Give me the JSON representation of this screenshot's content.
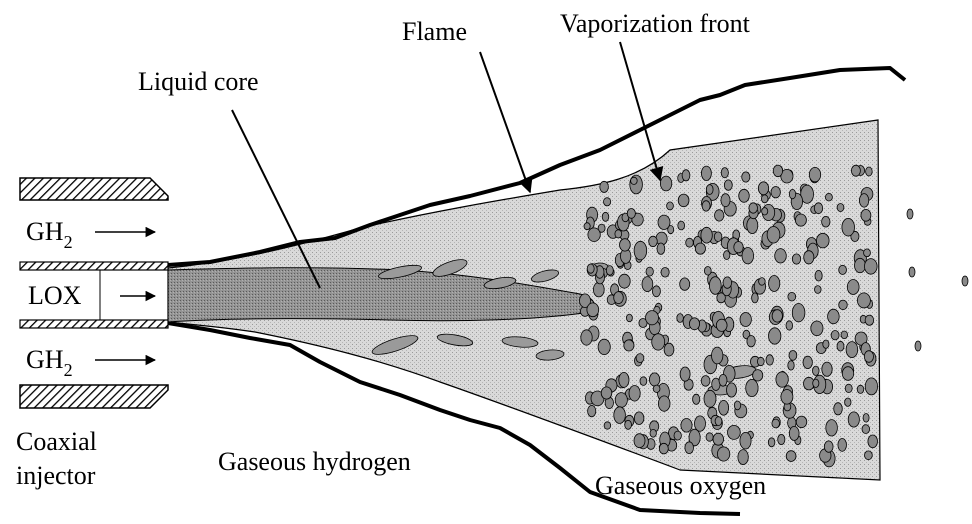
{
  "labels": {
    "flame": "Flame",
    "vaporization_front": "Vaporization front",
    "liquid_core": "Liquid core",
    "gh2_base": "GH",
    "gh2_sub": "2",
    "lox": "LOX",
    "injector_line1": "Coaxial",
    "injector_line2": "injector",
    "gaseous_hydrogen": "Gaseous hydrogen",
    "gaseous_oxygen": "Gaseous oxygen"
  },
  "colors": {
    "ink": "#000000",
    "vapor_region": "#d6d6d6",
    "liquid_core": "#8e8e8e",
    "ligament": "#9a9a9a",
    "droplet": "#8a8a8a",
    "injector_hatch": "#000000"
  }
}
